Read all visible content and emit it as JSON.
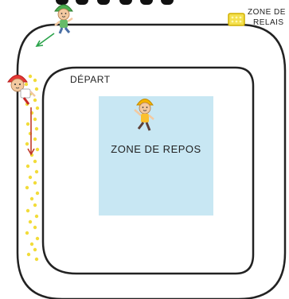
{
  "header": {
    "title_fragment": "..."
  },
  "legend": {
    "line1": "ZONE DE",
    "line2": "RELAIS",
    "swatch_color": "#f4e04d",
    "swatch_border": "#d1b000"
  },
  "track": {
    "start_label": "DÉPART",
    "rest_zone_label": "ZONE DE REPOS",
    "rest_zone_color": "#c8e7f3",
    "relay_dot_color": "#f2dc3a",
    "arrow_color": "#2aa34a",
    "direction_arrow_color": "#c0392b"
  },
  "characters": {
    "top": {
      "name": "green-helmet-child",
      "icon": "child-skater-icon"
    },
    "left": {
      "name": "red-helmet-child",
      "icon": "child-skater-icon"
    },
    "center": {
      "name": "yellow-helmet-child",
      "icon": "child-skater-icon"
    }
  }
}
